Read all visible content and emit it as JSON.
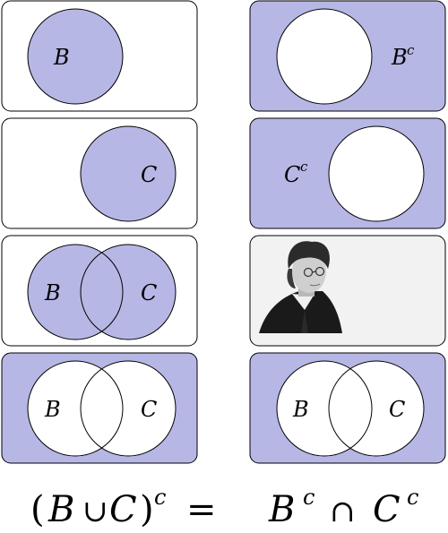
{
  "colors": {
    "fill": "#b7b7e6",
    "stroke": "#000000",
    "background": "#ffffff",
    "photo_background": "#f2f2f2"
  },
  "panels": {
    "b": {
      "set_label": "B"
    },
    "b_complement": {
      "set_label": "B",
      "superscript": "c"
    },
    "c": {
      "set_label": "C"
    },
    "c_complement": {
      "set_label": "C",
      "superscript": "c"
    },
    "b_union_c": {
      "label_left": "B",
      "label_right": "C"
    },
    "portrait": {
      "icon": "portrait-engraving-icon"
    },
    "union_complement": {
      "label_left": "B",
      "label_right": "C"
    },
    "intersection_of_complements": {
      "label_left": "B",
      "label_right": "C"
    }
  },
  "equation": {
    "open_paren": "(",
    "B": "B",
    "cup": "∪",
    "C": "C",
    "close_paren": ")",
    "sup_c_1": "c",
    "equals": "=",
    "B2": "B",
    "sup_c_2": "c",
    "cap": "∩",
    "C2": "C",
    "sup_c_3": "c"
  }
}
